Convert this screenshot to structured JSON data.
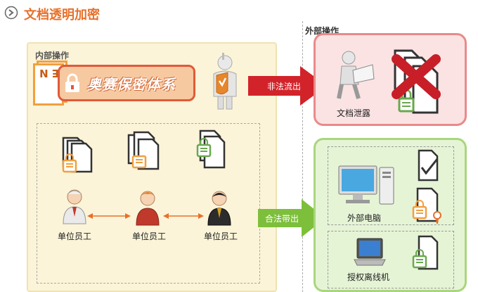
{
  "header": {
    "title": "文档透明加密",
    "icon": "arrow-circle-icon"
  },
  "internal": {
    "label": "内部操作",
    "brand": "奥赛保密体系",
    "stack_text": "TILE N",
    "employees": [
      "单位员工",
      "单位员工",
      "单位员工"
    ]
  },
  "external": {
    "label": "外部操作",
    "illegal_label": "非法流出",
    "legal_label": "合法带出",
    "leak_label": "文档泄露",
    "pc_label": "外部电脑",
    "laptop_label": "授权离线机"
  },
  "colors": {
    "title": "#e8702a",
    "red_arrow": "#d2232a",
    "green_arrow": "#7dbf3b",
    "panel_bg": "#fbf4d8"
  }
}
